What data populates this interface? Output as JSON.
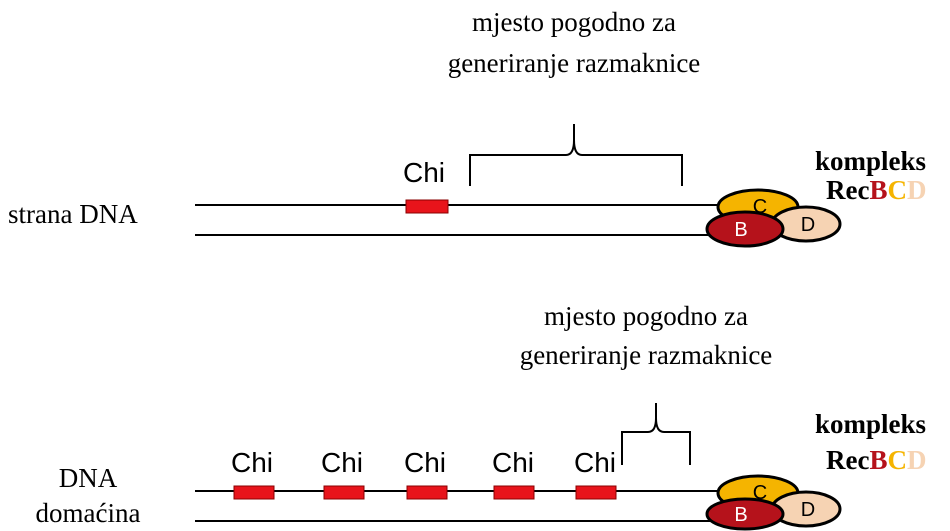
{
  "panels": [
    {
      "note_line1": "mjesto pogodno za",
      "note_line2": "generiranje razmaknice",
      "side_label_line1": "strana DNA",
      "side_label_line2": "",
      "chi_labels": [
        "Chi"
      ]
    },
    {
      "note_line1": "mjesto pogodno za",
      "note_line2": "generiranje razmaknice",
      "side_label_line1": "DNA",
      "side_label_line2": "domaćina",
      "chi_labels": [
        "Chi",
        "Chi",
        "Chi",
        "Chi",
        "Chi"
      ]
    }
  ],
  "complex": {
    "title": "kompleks",
    "prefix": "Rec",
    "b": "B",
    "c": "C",
    "d": "D"
  },
  "colors": {
    "chi_site": "#e8141b",
    "subunit_b": "#b5121b",
    "subunit_c": "#f5b400",
    "subunit_d": "#f6d3b3"
  }
}
